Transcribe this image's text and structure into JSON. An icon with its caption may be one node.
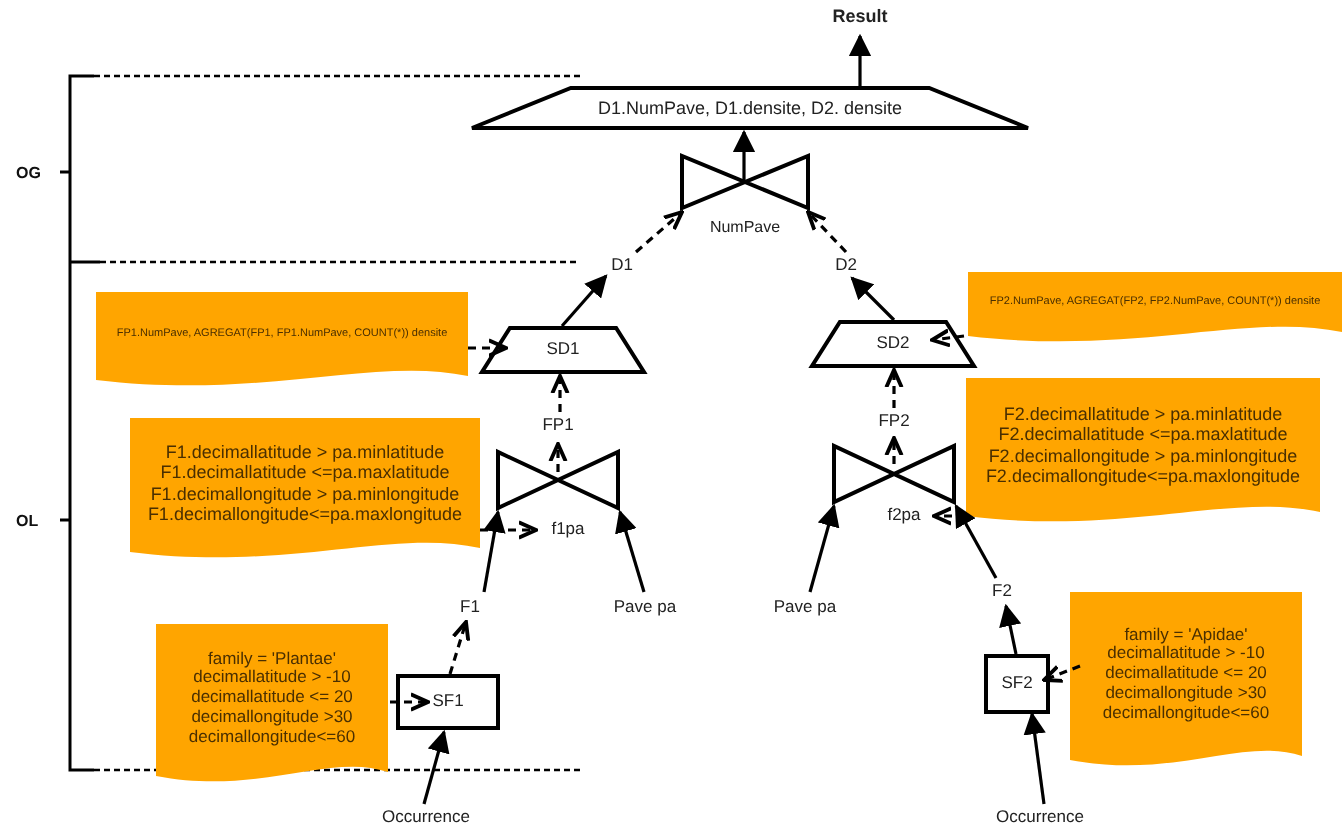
{
  "diagram": {
    "nodes": [
      {
        "text": [
          "Result"
        ]
      },
      {
        "text": [
          "D1.NumPave, D1.densite, D2. densite"
        ]
      },
      {
        "text": [],
        "shape": "bowtie",
        "beside": [
          "NumPave"
        ]
      },
      {
        "text": [
          "D1"
        ]
      },
      {
        "text": [
          "D2"
        ]
      },
      {
        "text": [
          "FP1.NumPave, AGREGAT(FP1, FP1.NumPave, COUNT(*)) densite"
        ]
      },
      {
        "text": [
          "SD1"
        ]
      },
      {
        "text": [
          "FP2.NumPave, AGREGAT(FP2, FP2.NumPave, COUNT(*)) densite"
        ]
      },
      {
        "text": [
          "SD2"
        ]
      },
      {
        "text": [
          "FP1"
        ]
      },
      {
        "text": [
          "FP2"
        ]
      },
      {
        "text": [
          "F1.decimallatitude > pa.minlatitude",
          "F1.decimallatitude <=pa.maxlatitude",
          "F1.decimallongitude > pa.minlongitude",
          "F1.decimallongitude<=pa.maxlongitude"
        ]
      },
      {
        "text": [],
        "shape": "bowtie"
      },
      {
        "text": [
          "f1pa"
        ]
      },
      {
        "text": [
          "F2.decimallatitude > pa.minlatitude",
          "F2.decimallatitude <=pa.maxlatitude",
          "F2.decimallongitude > pa.minlongitude",
          "F2.decimallongitude<=pa.maxlongitude"
        ]
      },
      {
        "text": [],
        "shape": "bowtie"
      },
      {
        "text": [
          "f2pa"
        ]
      },
      {
        "text": [
          "F1"
        ]
      },
      {
        "text": [
          "Pave pa"
        ]
      },
      {
        "text": [
          "Pave pa"
        ]
      },
      {
        "text": [
          "F2"
        ]
      },
      {
        "text": [
          "family = 'Plantae'",
          "decimallatitude > -10",
          "decimallatitude <= 20",
          "decimallongitude >30",
          "decimallongitude<=60"
        ]
      },
      {
        "text": [
          "SF1"
        ]
      },
      {
        "text": [
          "family = 'Apidae'",
          "decimallatitude > -10",
          "decimallatitude <= 20",
          "decimallongitude >30",
          "decimallongitude<=60"
        ]
      },
      {
        "text": [
          "SF2"
        ]
      },
      {
        "text": [
          "Occurrence"
        ]
      },
      {
        "text": [
          "Occurrence"
        ]
      }
    ],
    "edges": [
      {
        "from": 1,
        "to": 0,
        "arrow": "to"
      },
      {
        "from": 2,
        "to": 1,
        "arrow": "to"
      },
      {
        "from": 3,
        "to": 2,
        "arrow": "to",
        "style": "dashed"
      },
      {
        "from": 4,
        "to": 2,
        "arrow": "to",
        "style": "dashed"
      },
      {
        "from": 6,
        "to": 3,
        "arrow": "to"
      },
      {
        "from": 8,
        "to": 4,
        "arrow": "to"
      },
      {
        "from": 5,
        "to": 6,
        "arrow": "to",
        "style": "dashed"
      },
      {
        "from": 7,
        "to": 8,
        "arrow": "to",
        "style": "dashed"
      },
      {
        "from": 9,
        "to": 6,
        "arrow": "to",
        "style": "dashed"
      },
      {
        "from": 10,
        "to": 8,
        "arrow": "to",
        "style": "dashed"
      },
      {
        "from": 12,
        "to": 9,
        "arrow": "to",
        "style": "dashed"
      },
      {
        "from": 15,
        "to": 10,
        "arrow": "to",
        "style": "dashed"
      },
      {
        "from": 11,
        "to": 13,
        "arrow": "to",
        "style": "dashed"
      },
      {
        "from": 14,
        "to": 16,
        "arrow": "to",
        "style": "dashed"
      },
      {
        "from": 17,
        "to": 12,
        "arrow": "to"
      },
      {
        "from": 18,
        "to": 12,
        "arrow": "to"
      },
      {
        "from": 19,
        "to": 15,
        "arrow": "to"
      },
      {
        "from": 20,
        "to": 15,
        "arrow": "to"
      },
      {
        "from": 22,
        "to": 17,
        "arrow": "to",
        "style": "dashed"
      },
      {
        "from": 24,
        "to": 20,
        "arrow": "to"
      },
      {
        "from": 21,
        "to": 22,
        "arrow": "to",
        "style": "dashed"
      },
      {
        "from": 23,
        "to": 24,
        "arrow": "to",
        "style": "dashed"
      },
      {
        "from": 25,
        "to": 22,
        "arrow": "to"
      },
      {
        "from": 26,
        "to": 24,
        "arrow": "to"
      }
    ],
    "labels": [
      "OG",
      "OL"
    ]
  }
}
